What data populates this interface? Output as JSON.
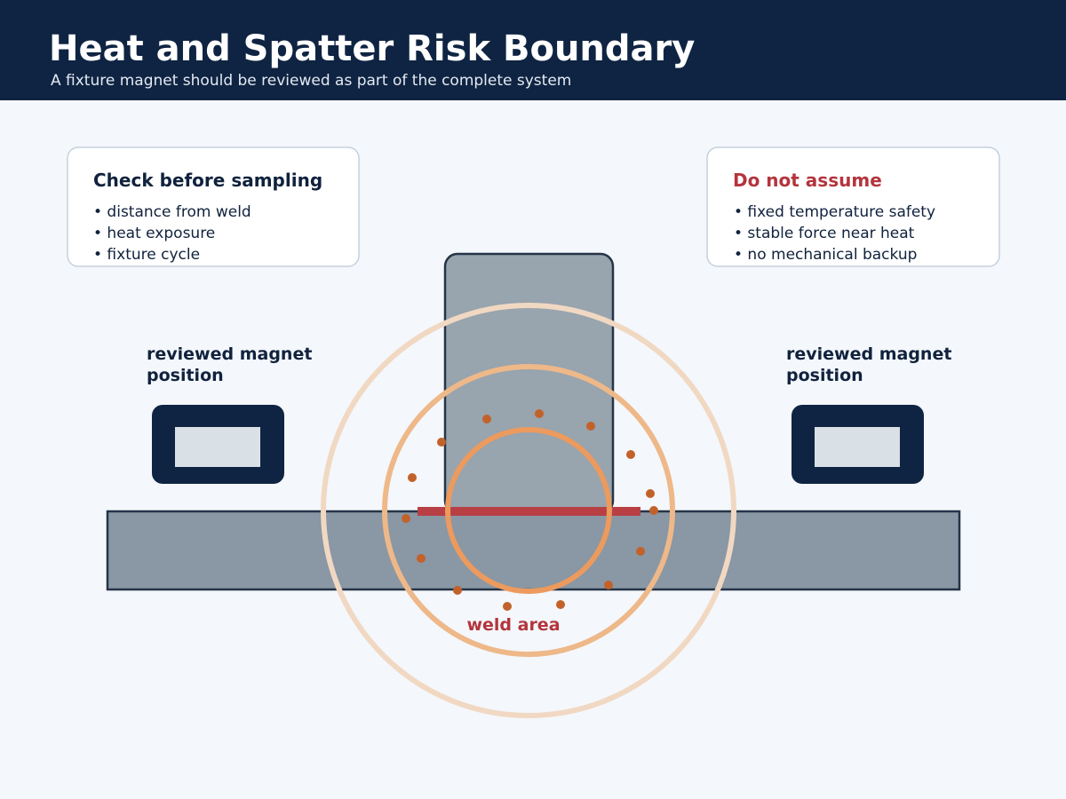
{
  "header": {
    "title": "Heat and Spatter Risk Boundary",
    "subtitle": "A fixture magnet should be reviewed as part of the complete system"
  },
  "cards": {
    "left": {
      "heading": "Check before sampling",
      "bullets": [
        "• distance from weld",
        "• heat exposure",
        "• fixture cycle"
      ]
    },
    "right": {
      "heading": "Do not assume",
      "bullets": [
        "• fixed temperature safety",
        "• stable force near heat",
        "• no mechanical backup"
      ]
    }
  },
  "magnets": {
    "left": {
      "label_line1": "reviewed magnet",
      "label_line2": "position"
    },
    "right": {
      "label_line1": "reviewed magnet",
      "label_line2": "position"
    }
  },
  "weld": {
    "label": "weld area"
  },
  "colors": {
    "header_bg": "#0f2442",
    "page_bg": "#f4f7fb",
    "card_border": "#c5d1dd",
    "navy_text": "#10223d",
    "warning_red": "#b3353d",
    "plate_gray": "#8a97a4",
    "post_gray": "#98a4ae",
    "magnet_navy": "#0f2442",
    "magnet_face": "#d9e0e6",
    "ring_outer": "#f1d8c2",
    "ring_middle": "#eeb889",
    "ring_inner": "#ec9a5e",
    "spatter": "#c2622a",
    "seam_red": "#b84045"
  }
}
